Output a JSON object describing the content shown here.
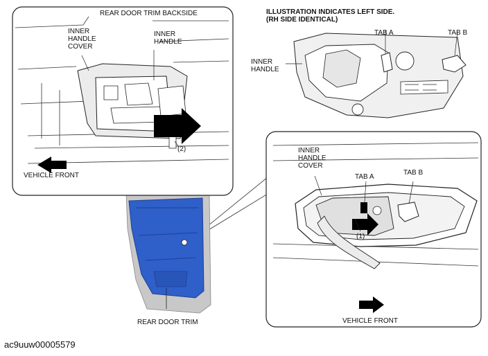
{
  "labels": {
    "rear_door_trim_backside": "REAR DOOR TRIM BACKSIDE",
    "inner_handle_cover_left": [
      "INNER",
      "HANDLE",
      "COVER"
    ],
    "inner_handle_left": [
      "INNER",
      "HANDLE"
    ],
    "step_2": "(2)",
    "vehicle_front_left": "VEHICLE FRONT",
    "illustration_note": [
      "ILLUSTRATION INDICATES LEFT SIDE.",
      "(RH SIDE IDENTICAL)"
    ],
    "inner_handle_right": [
      "INNER",
      "HANDLE"
    ],
    "tab_a_top": "TAB A",
    "tab_b_top": "TAB B",
    "inner_handle_cover_right": [
      "INNER",
      "HANDLE",
      "COVER"
    ],
    "tab_a_bottom": "TAB A",
    "tab_b_bottom": "TAB B",
    "step_1": "(1)",
    "vehicle_front_right": "VEHICLE FRONT",
    "rear_door_trim": "REAR DOOR TRIM"
  },
  "figure_code": "ac9uuw00005579",
  "colors": {
    "door_trim": "#2f5fc8",
    "door_trim_dark": "#1f3f95",
    "door_frame": "#bfbfbf",
    "line": "#222222",
    "arrow": "#000000"
  }
}
